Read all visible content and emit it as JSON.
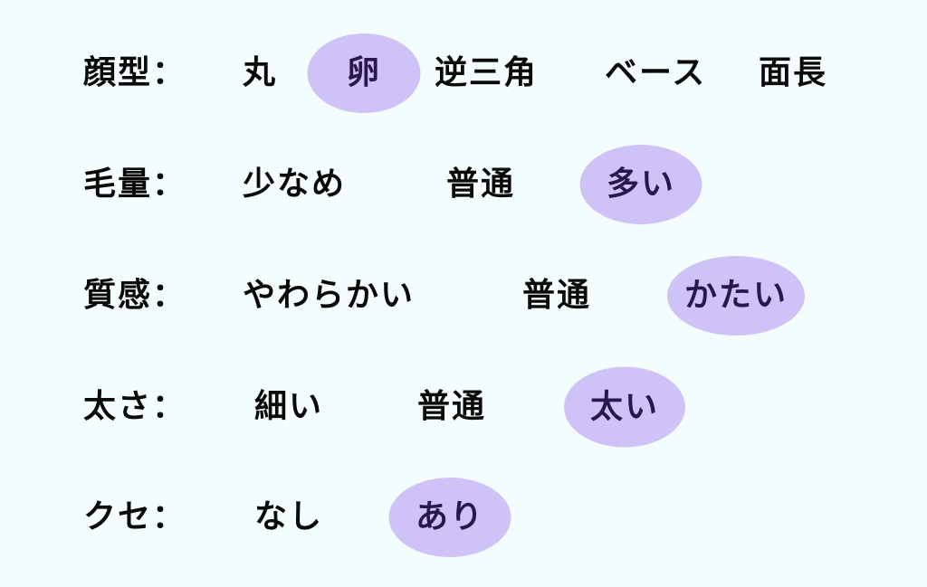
{
  "colors": {
    "background": "#F3FDFD",
    "highlight_fill": "#CFC2F7",
    "highlight_text": "#2A1650",
    "text": "#0A0A0A"
  },
  "rows": [
    {
      "label": "顔型：",
      "options": [
        "丸",
        "卵",
        "逆三角",
        "ベース",
        "面長"
      ],
      "selected": "卵"
    },
    {
      "label": "毛量：",
      "options": [
        "少なめ",
        "普通",
        "多い"
      ],
      "selected": "多い"
    },
    {
      "label": "質感：",
      "options": [
        "やわらかい",
        "普通",
        "かたい"
      ],
      "selected": "かたい"
    },
    {
      "label": "太さ：",
      "options": [
        "細い",
        "普通",
        "太い"
      ],
      "selected": "太い"
    },
    {
      "label": "クセ：",
      "options": [
        "なし",
        "あり"
      ],
      "selected": "あり"
    }
  ]
}
